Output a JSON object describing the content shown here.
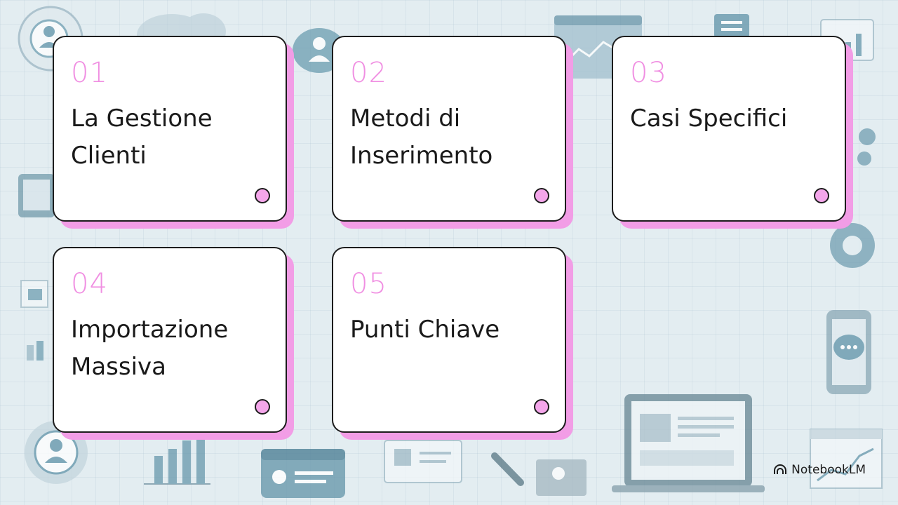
{
  "cards": [
    {
      "number": "01",
      "label": "La Gestione Clienti"
    },
    {
      "number": "02",
      "label": "Metodi di Inserimento"
    },
    {
      "number": "03",
      "label": "Casi Specifici"
    },
    {
      "number": "04",
      "label": "Importazione Massiva"
    },
    {
      "number": "05",
      "label": "Punti Chiave"
    }
  ],
  "brand": {
    "name": "NotebookLM",
    "icon": "notebooklm-logo-icon"
  },
  "colors": {
    "accent": "#f08fe2",
    "shadow": "#f29de6",
    "background": "#e3edf1",
    "deco": "#5f93a8"
  }
}
